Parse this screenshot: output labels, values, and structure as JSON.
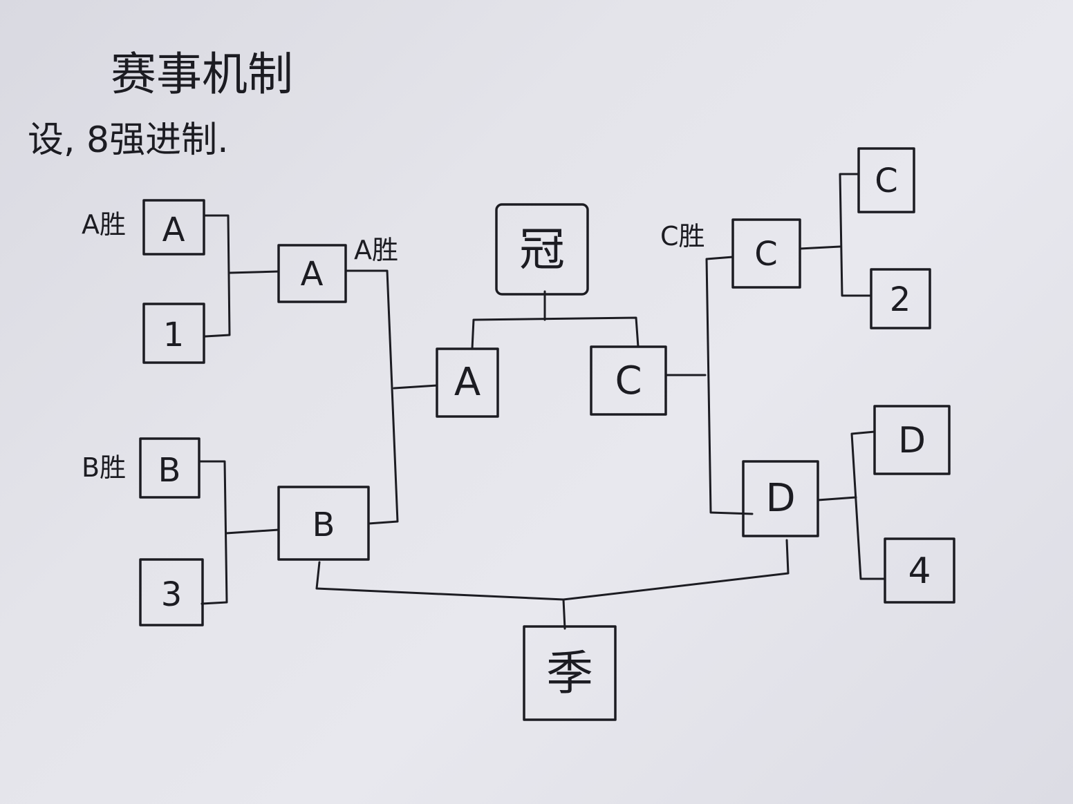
{
  "heading": {
    "title": "赛事机制",
    "subtitle": "设, 8强进制."
  },
  "annotations": {
    "a_win_r1": "A胜",
    "b_win_r1": "B胜",
    "a_win_r2": "A胜",
    "c_win_r2": "C胜"
  },
  "bracket": {
    "left_round1": [
      "A",
      "1",
      "B",
      "3"
    ],
    "right_round1": [
      "C",
      "2",
      "D",
      "4"
    ],
    "left_round2": [
      "A",
      "B"
    ],
    "right_round2": [
      "C",
      "D"
    ],
    "semifinal": [
      "A",
      "C"
    ],
    "champion": "冠",
    "third_place": "季"
  },
  "colors": {
    "ink": "#1c1c22",
    "paper": "#e4e4ea"
  }
}
